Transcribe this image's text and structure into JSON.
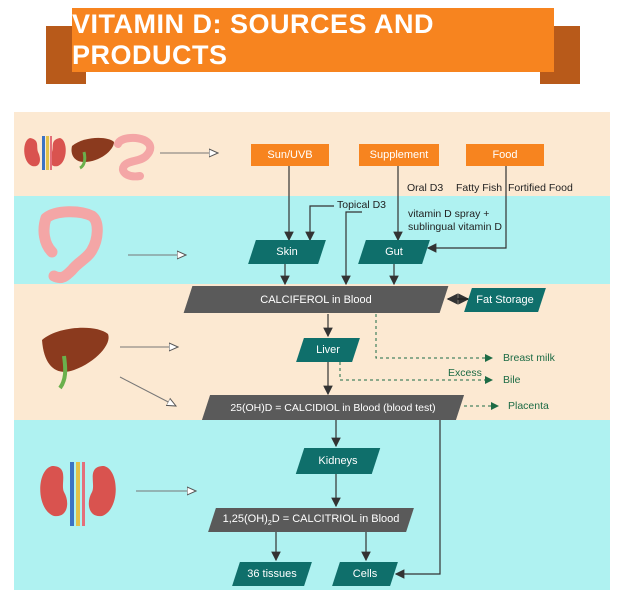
{
  "title": "VITAMIN D: SOURCES AND PRODUCTS",
  "colors": {
    "orange": "#f7841f",
    "teal": "#0f6f6b",
    "gray": "#5a5a5a",
    "beige_band": "#fce9d2",
    "cyan_band": "#aff2f1",
    "green_text": "#1d6b45"
  },
  "sources": {
    "sun": "Sun/UVB",
    "supplement": "Supplement",
    "food": "Food"
  },
  "labels": {
    "topical": "Topical D3",
    "oral": "Oral D3",
    "fatty_fish": "Fatty Fish",
    "fortified": "Fortified Food",
    "spray": "vitamin D spray +\nsublingual vitamin D",
    "excess": "Excess"
  },
  "nodes": {
    "skin": "Skin",
    "gut": "Gut",
    "calciferol": "CALCIFEROL in Blood",
    "fat_storage": "Fat Storage",
    "liver": "Liver",
    "calcidiol": "25(OH)D = CALCIDIOL in Blood (blood test)",
    "kidneys": "Kidneys",
    "calcitriol_pre": "1,25(OH)",
    "calcitriol_sub": "2",
    "calcitriol_post": "D = CALCITRIOL in Blood",
    "tissues": "36 tissues",
    "cells": "Cells"
  },
  "outputs": {
    "breast_milk": "Breast milk",
    "bile": "Bile",
    "placenta": "Placenta"
  },
  "icons": [
    "kidneys-icon",
    "liver-icon",
    "intestine-icon"
  ]
}
